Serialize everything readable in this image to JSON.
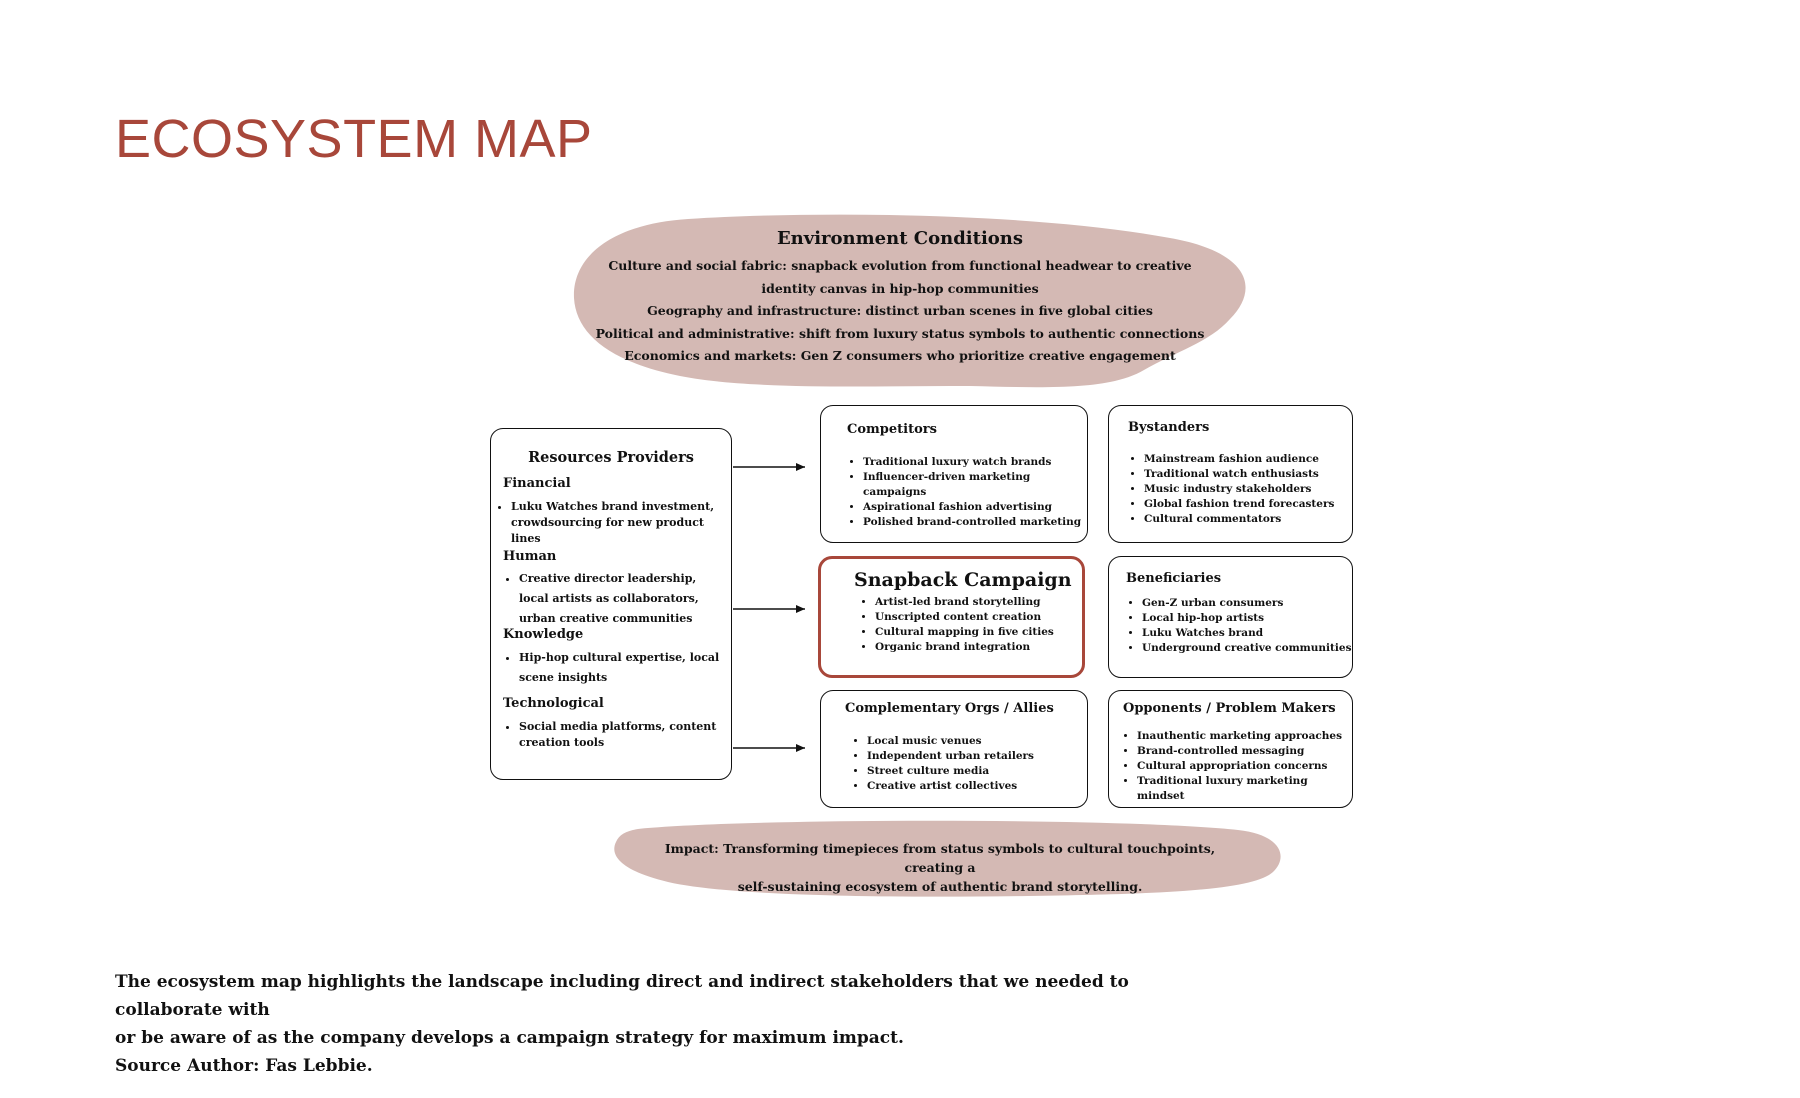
{
  "page_title": "ECOSYSTEM MAP",
  "colors": {
    "accent": "#a8473a",
    "blob": "#d4b9b4",
    "ink": "#111111"
  },
  "environment": {
    "title": "Environment Conditions",
    "lines": [
      "Culture and social fabric: snapback evolution from functional headwear to creative",
      "identity canvas in hip-hop communities",
      "Geography and infrastructure: distinct urban scenes in five global cities",
      "Political and administrative: shift from luxury status symbols to authentic connections",
      "Economics and markets: Gen Z consumers who prioritize creative engagement"
    ]
  },
  "resources": {
    "title": "Resources Providers",
    "categories": [
      {
        "name": "Financial",
        "items": [
          "Luku Watches brand investment,",
          "crowdsourcing for new product lines"
        ]
      },
      {
        "name": "Human",
        "items": [
          "Creative director leadership,",
          "local artists as collaborators,",
          "urban creative communities"
        ]
      },
      {
        "name": "Knowledge",
        "items": [
          "Hip-hop cultural expertise, local",
          "scene insights"
        ]
      },
      {
        "name": "Technological",
        "items": [
          "Social media platforms, content",
          "creation tools"
        ]
      }
    ]
  },
  "competitors": {
    "title": "Competitors",
    "items": [
      "Traditional luxury watch brands",
      "Influencer-driven marketing campaigns",
      "Aspirational fashion advertising",
      "Polished brand-controlled marketing"
    ]
  },
  "bystanders": {
    "title": "Bystanders",
    "items": [
      "Mainstream fashion audience",
      "Traditional watch enthusiasts",
      "Music industry stakeholders",
      "Global fashion trend forecasters",
      "Cultural commentators"
    ]
  },
  "center": {
    "title": "Snapback Campaign",
    "items": [
      "Artist-led brand storytelling",
      "Unscripted content creation",
      "Cultural mapping in five cities",
      "Organic brand integration"
    ]
  },
  "beneficiaries": {
    "title": "Beneficiaries",
    "items": [
      "Gen-Z urban consumers",
      "Local hip-hop artists",
      "Luku Watches brand",
      "Underground creative communities"
    ]
  },
  "allies": {
    "title": "Complementary Orgs / Allies",
    "items": [
      "Local music venues",
      "Independent urban retailers",
      "Street culture media",
      "Creative artist collectives"
    ]
  },
  "opponents": {
    "title": "Opponents / Problem Makers",
    "items": [
      "Inauthentic marketing approaches",
      "Brand-controlled messaging",
      "Cultural appropriation concerns",
      "Traditional luxury marketing mindset"
    ]
  },
  "impact": {
    "lines": [
      "Impact: Transforming timepieces from status symbols to cultural touchpoints, creating a",
      "self-sustaining ecosystem of authentic brand storytelling."
    ]
  },
  "caption": {
    "lines": [
      "The ecosystem map highlights the landscape including direct and indirect stakeholders that we needed to collaborate with",
      "or be aware of as the company develops a campaign strategy for maximum impact.",
      "Source Author: Fas Lebbie."
    ]
  }
}
